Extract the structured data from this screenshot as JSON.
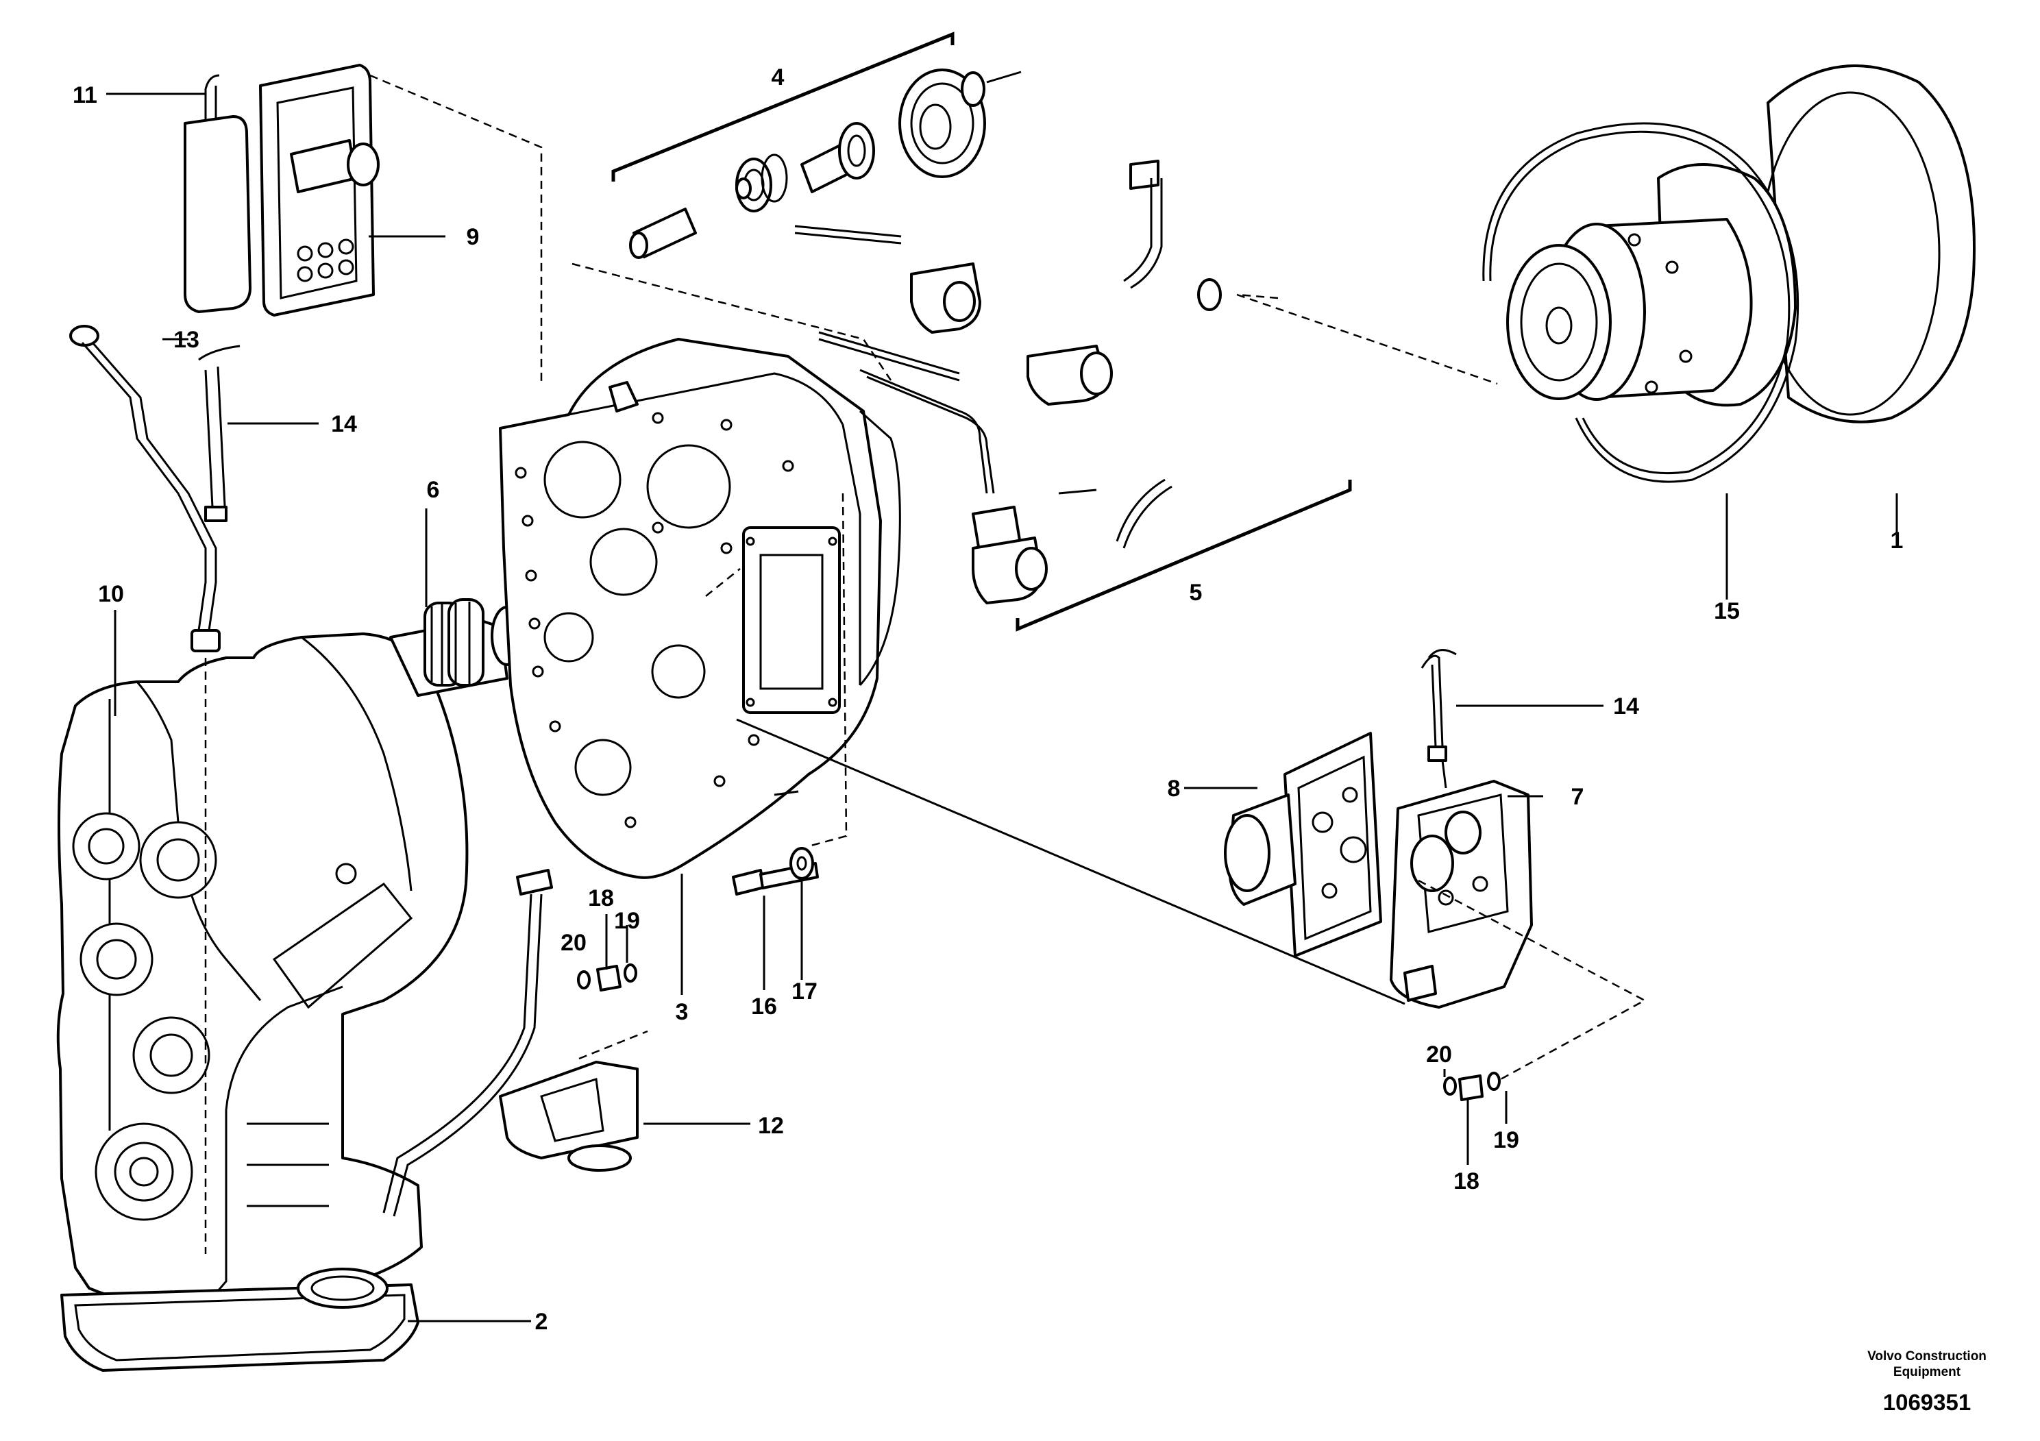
{
  "diagram": {
    "part_labels": {
      "p1": "1",
      "p2": "2",
      "p3": "3",
      "p4": "4",
      "p5": "5",
      "p6": "6",
      "p7": "7",
      "p8": "8",
      "p9": "9",
      "p10": "10",
      "p11": "11",
      "p12": "12",
      "p13": "13",
      "p14a": "14",
      "p14b": "14",
      "p15": "15",
      "p16": "16",
      "p17": "17",
      "p18a": "18",
      "p19a": "19",
      "p20a": "20",
      "p18b": "18",
      "p19b": "19",
      "p20b": "20"
    }
  },
  "footer": {
    "company_line1": "Volvo Construction",
    "company_line2": "Equipment",
    "drawing_number": "1069351"
  }
}
